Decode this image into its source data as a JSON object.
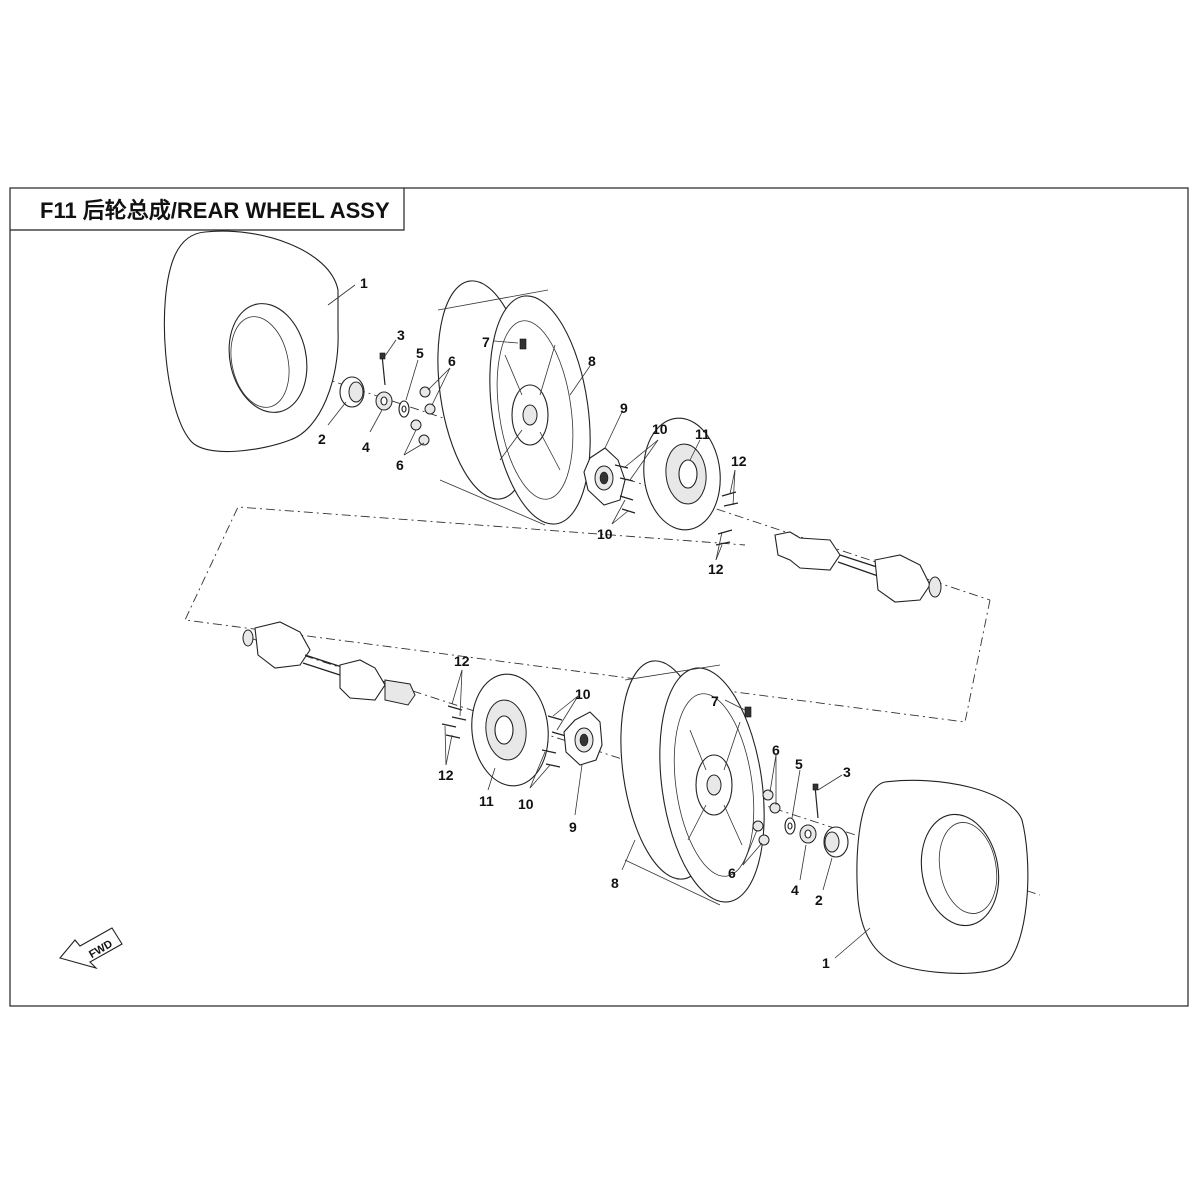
{
  "title": "F11 后轮总成/REAR WHEEL ASSY",
  "fwd_label": "FWD",
  "callouts_upper": [
    {
      "id": "c1a",
      "label": "1"
    },
    {
      "id": "c2a",
      "label": "2"
    },
    {
      "id": "c3a",
      "label": "3"
    },
    {
      "id": "c4a",
      "label": "4"
    },
    {
      "id": "c5a",
      "label": "5"
    },
    {
      "id": "c6a",
      "label": "6"
    },
    {
      "id": "c6b",
      "label": "6"
    },
    {
      "id": "c7a",
      "label": "7"
    },
    {
      "id": "c8a",
      "label": "8"
    },
    {
      "id": "c9a",
      "label": "9"
    },
    {
      "id": "c10a",
      "label": "10"
    },
    {
      "id": "c10b",
      "label": "10"
    },
    {
      "id": "c11a",
      "label": "11"
    },
    {
      "id": "c12a",
      "label": "12"
    },
    {
      "id": "c12b",
      "label": "12"
    }
  ],
  "callouts_lower": [
    {
      "id": "d12a",
      "label": "12"
    },
    {
      "id": "d12b",
      "label": "12"
    },
    {
      "id": "d11",
      "label": "11"
    },
    {
      "id": "d10a",
      "label": "10"
    },
    {
      "id": "d10b",
      "label": "10"
    },
    {
      "id": "d9",
      "label": "9"
    },
    {
      "id": "d7",
      "label": "7"
    },
    {
      "id": "d6a",
      "label": "6"
    },
    {
      "id": "d6b",
      "label": "6"
    },
    {
      "id": "d5",
      "label": "5"
    },
    {
      "id": "d3",
      "label": "3"
    },
    {
      "id": "d8",
      "label": "8"
    },
    {
      "id": "d4",
      "label": "4"
    },
    {
      "id": "d2",
      "label": "2"
    },
    {
      "id": "d1",
      "label": "1"
    }
  ]
}
